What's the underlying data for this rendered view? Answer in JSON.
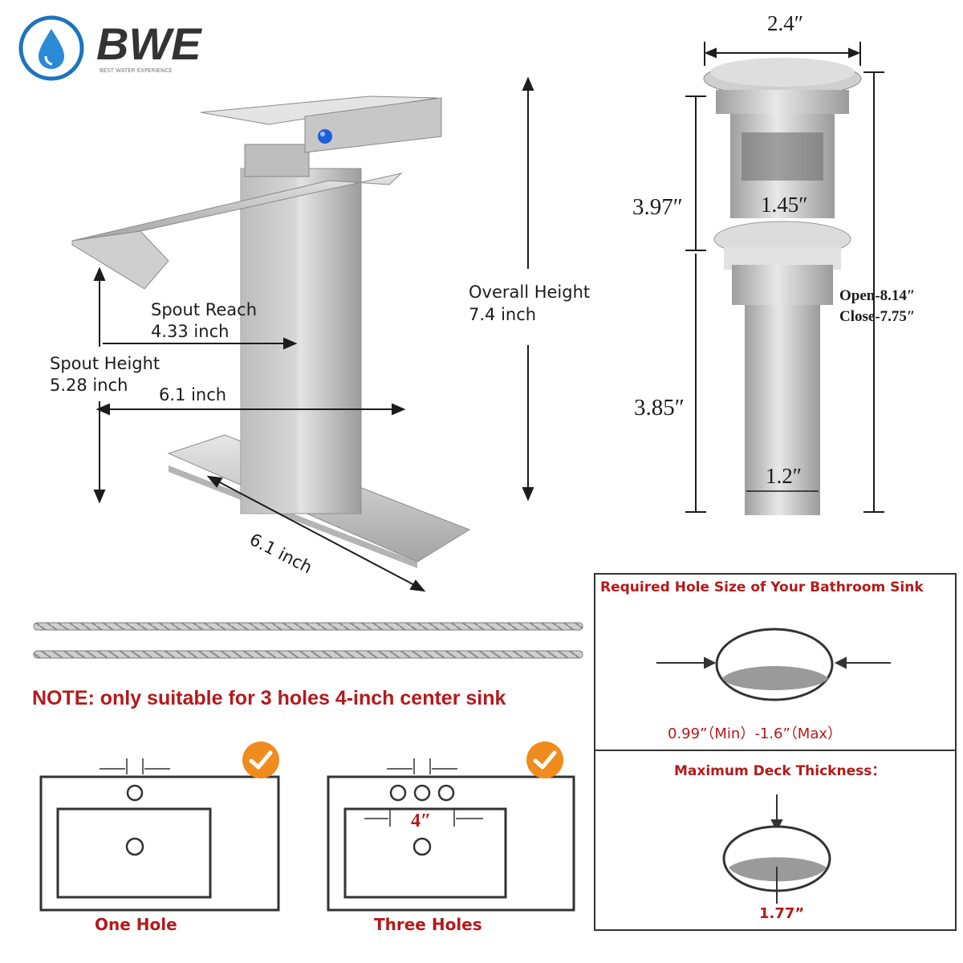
{
  "brand": {
    "name": "BWE",
    "tagline": "BEST WATER EXPERIENCE",
    "logo_icon": "water-drop-icon"
  },
  "faucet": {
    "spout_reach": "Spout Reach",
    "spout_reach_value": "4.33 inch",
    "spout_height": "Spout Height",
    "spout_height_value": "5.28 inch",
    "reach_to_body": "6.1 inch",
    "overall_height": "Overall Height",
    "overall_height_value": "7.4 inch",
    "deck_plate_length": "6.1 inch"
  },
  "drain": {
    "top_width": "2.4″",
    "upper_height": "3.97″",
    "inner_diameter": "1.45″",
    "lower_height": "3.85″",
    "tail_diameter": "1.2″",
    "open_height": "Open-8.14″",
    "close_height": "Close-7.75″"
  },
  "note": "NOTE: only suitable for 3 holes 4-inch center sink",
  "sinks": [
    {
      "label": "One Hole",
      "icon": "check-badge-icon"
    },
    {
      "label": "Three Holes",
      "icon": "check-badge-icon",
      "center_spacing": "4″"
    }
  ],
  "requirements": {
    "hole_title": "Required Hole Size of Your Bathroom Sink",
    "hole_range": "0.99”（Min）-1.6”（Max）",
    "deck_title": "Maximum Deck Thickness：",
    "deck_value": "1.77”"
  },
  "colors": {
    "accent_red": "#b31a1a",
    "brushed_nickel": "#c9c9c9",
    "check_orange": "#f08c1e",
    "logo_blue": "#1e73be"
  }
}
